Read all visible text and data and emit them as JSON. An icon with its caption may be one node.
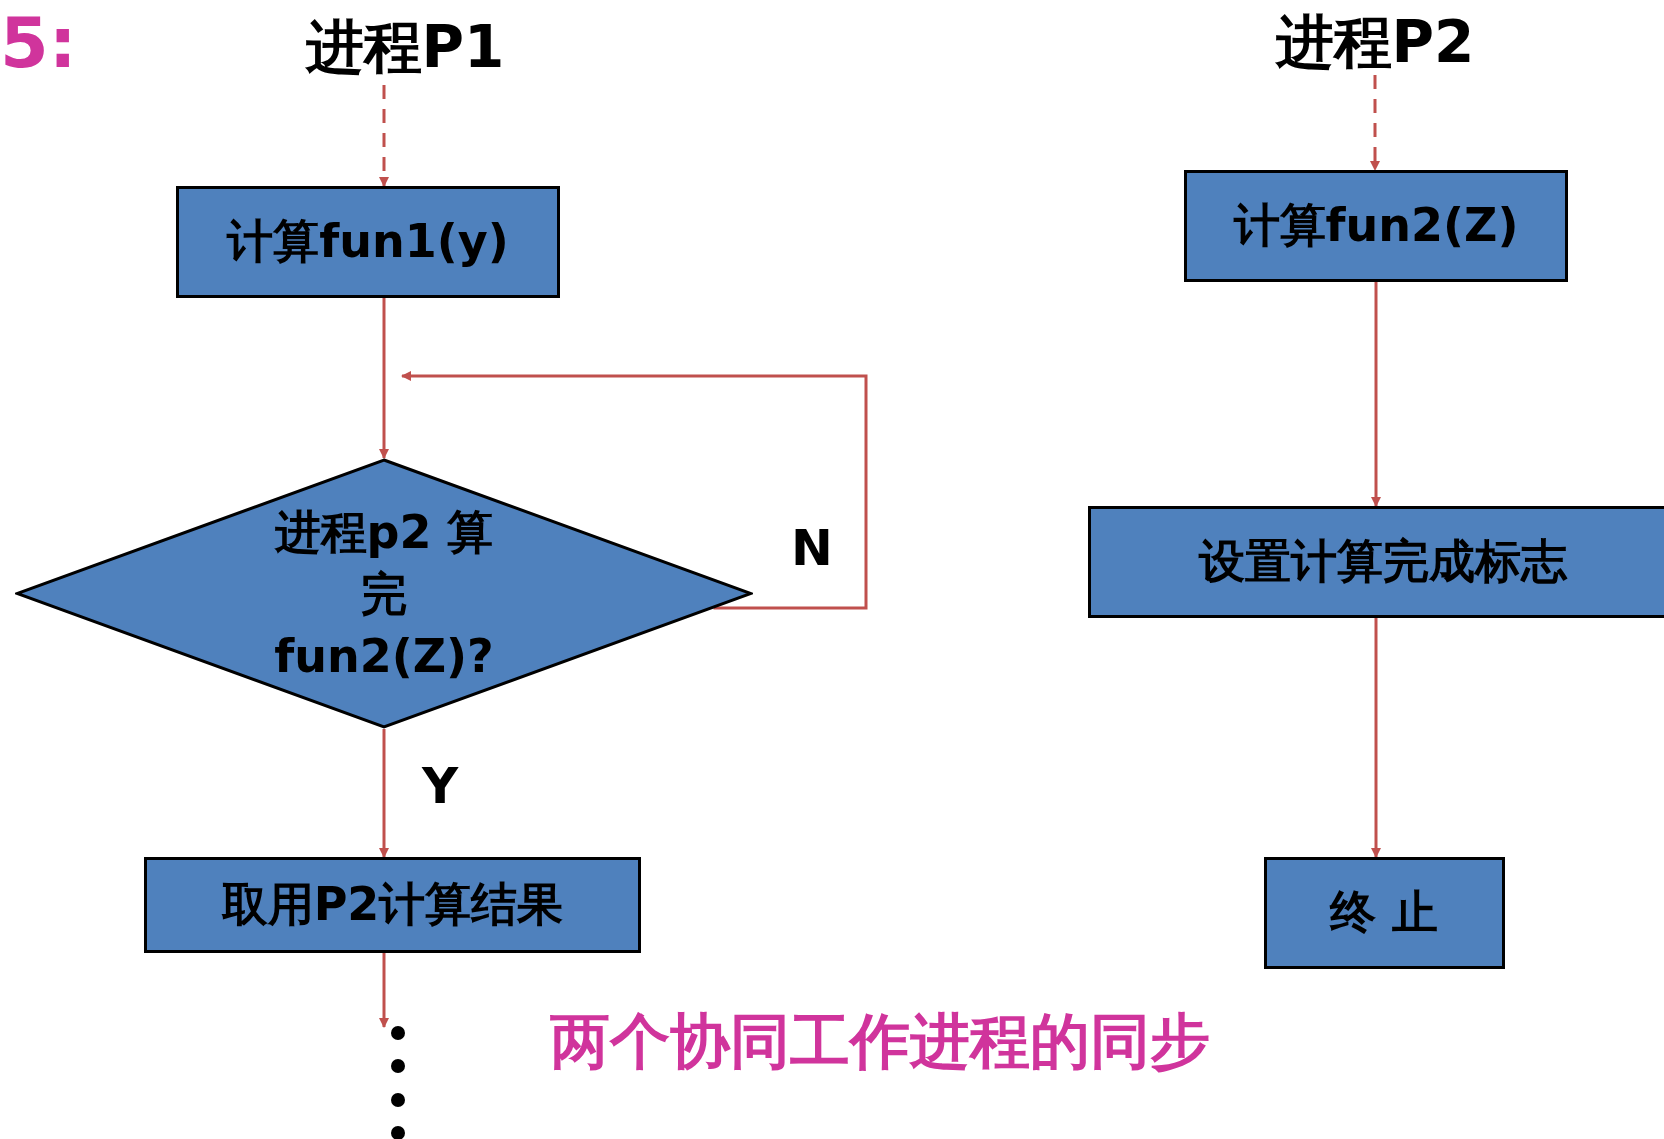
{
  "diagram": {
    "caption": "两个协同工作进程的同步",
    "nodes": [
      {
        "text": [
          "进程P1"
        ]
      },
      {
        "text": [
          "计算fun1(y)"
        ]
      },
      {
        "text": [
          "进程p2 算完fun2(Z)?"
        ]
      },
      {
        "text": [
          "取用P2计算结果"
        ]
      },
      {
        "text": [
          "进程P2"
        ]
      },
      {
        "text": [
          "计算fun2(Z)"
        ]
      },
      {
        "text": [
          "设置计算完成标志"
        ]
      },
      {
        "text": [
          "终 止"
        ]
      }
    ],
    "edges": [
      {
        "from": 0,
        "to": 1,
        "arrow": "to",
        "style": "dashed"
      },
      {
        "from": 1,
        "to": 2,
        "arrow": "to"
      },
      {
        "from": 2,
        "to": null,
        "arrow": "to",
        "label": "N"
      },
      {
        "from": 2,
        "to": 3,
        "arrow": "to",
        "label": "Y"
      },
      {
        "from": 3,
        "to": null,
        "arrow": "to"
      },
      {
        "from": 4,
        "to": 5,
        "arrow": "to",
        "style": "dashed"
      },
      {
        "from": 5,
        "to": 6,
        "arrow": "to"
      },
      {
        "from": 6,
        "to": 7,
        "arrow": "to"
      }
    ],
    "labels": [
      "5:"
    ]
  }
}
